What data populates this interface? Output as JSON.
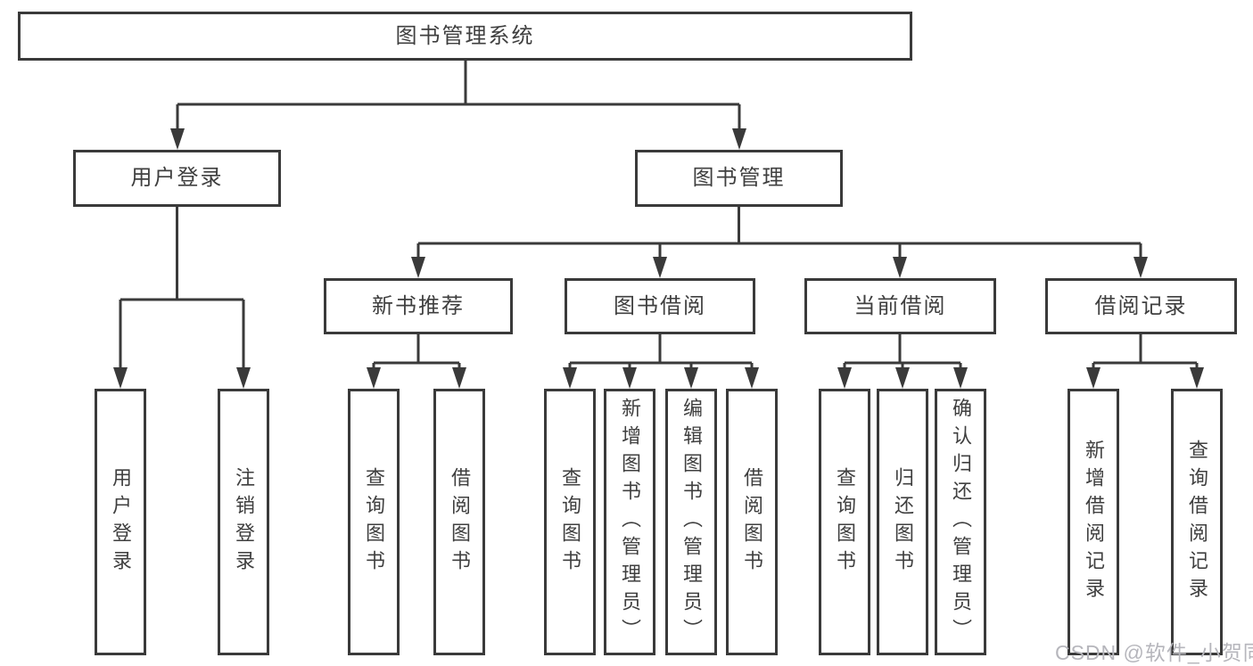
{
  "colors": {
    "line": "#3a3a3a",
    "text": "#3f3f3f",
    "watermark": "#b6b6bc",
    "background": "#ffffff"
  },
  "diagram": {
    "root": {
      "label": "图书管理系统"
    },
    "level2": [
      {
        "label": "用户登录",
        "parent": "图书管理系统"
      },
      {
        "label": "图书管理",
        "parent": "图书管理系统"
      }
    ],
    "level3": [
      {
        "label": "新书推荐",
        "parent": "图书管理"
      },
      {
        "label": "图书借阅",
        "parent": "图书管理"
      },
      {
        "label": "当前借阅",
        "parent": "图书管理"
      },
      {
        "label": "借阅记录",
        "parent": "图书管理"
      }
    ],
    "leaves": [
      {
        "label": "用户登录",
        "parent": "用户登录"
      },
      {
        "label": "注销登录",
        "parent": "用户登录"
      },
      {
        "label": "查询图书",
        "parent": "新书推荐"
      },
      {
        "label": "借阅图书",
        "parent": "新书推荐"
      },
      {
        "label": "查询图书",
        "parent": "图书借阅"
      },
      {
        "label": "新增图书（管理员）",
        "parent": "图书借阅"
      },
      {
        "label": "编辑图书（管理员）",
        "parent": "图书借阅"
      },
      {
        "label": "借阅图书",
        "parent": "图书借阅"
      },
      {
        "label": "查询图书",
        "parent": "当前借阅"
      },
      {
        "label": "归还图书",
        "parent": "当前借阅"
      },
      {
        "label": "确认归还（管理员）",
        "parent": "当前借阅"
      },
      {
        "label": "新增借阅记录",
        "parent": "借阅记录"
      },
      {
        "label": "查询借阅记录",
        "parent": "借阅记录"
      }
    ]
  },
  "watermark": {
    "text": "CSDN @软件_小贺同学"
  }
}
